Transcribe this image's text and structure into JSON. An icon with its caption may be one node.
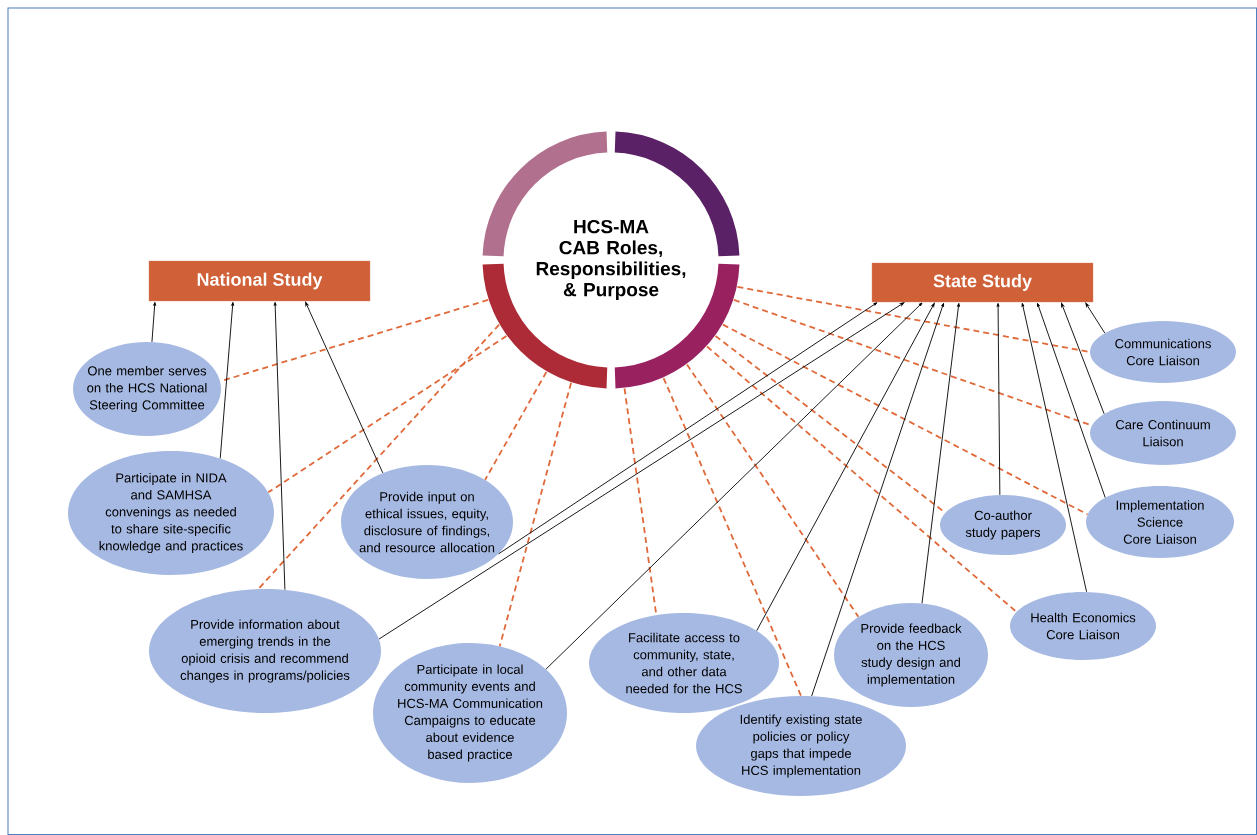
{
  "diagram": {
    "nodes": [
      {
        "text": [
          "HCS-MA CAB Roles, Responsibilities, & Purpose"
        ]
      },
      {
        "text": [
          "National Study"
        ]
      },
      {
        "text": [
          "State Study"
        ]
      },
      {
        "text": [
          "One member serves on the HCS National Steering Committee"
        ]
      },
      {
        "text": [
          "Participate in NIDA and SAMHSA convenings as needed to share site-specific knowledge and practices"
        ]
      },
      {
        "text": [
          "Provide input on ethical issues, equity, disclosure of findings, and resource allocation"
        ]
      },
      {
        "text": [
          "Provide information about emerging trends in the opioid crisis and recommend changes in programs/policies"
        ]
      },
      {
        "text": [
          "Participate in local community events and HCS-MA Communication Campaigns to educate about evidence based practice"
        ]
      },
      {
        "text": [
          "Facilitate access to community, state, and other data needed for the HCS"
        ]
      },
      {
        "text": [
          "Identify existing state policies or policy gaps that impede HCS implementation"
        ]
      },
      {
        "text": [
          "Provide feedback on the HCS study design and implementation"
        ]
      },
      {
        "text": [
          "Co-author study papers"
        ]
      },
      {
        "text": [
          "Communications Core Liaison"
        ]
      },
      {
        "text": [
          "Care Continuum Liaison"
        ]
      },
      {
        "text": [
          "Implementation Science Core Liaison"
        ]
      },
      {
        "text": [
          "Health Economics Core Liaison"
        ]
      }
    ],
    "edges": [
      {
        "from": 0,
        "to": 3,
        "arrow": "none",
        "style": "dashed",
        "color": "#e0693a"
      },
      {
        "from": 0,
        "to": 4,
        "arrow": "none",
        "style": "dashed",
        "color": "#e0693a"
      },
      {
        "from": 0,
        "to": 5,
        "arrow": "none",
        "style": "dashed",
        "color": "#e0693a"
      },
      {
        "from": 0,
        "to": 6,
        "arrow": "none",
        "style": "dashed",
        "color": "#e0693a"
      },
      {
        "from": 0,
        "to": 7,
        "arrow": "none",
        "style": "dashed",
        "color": "#e0693a"
      },
      {
        "from": 0,
        "to": 8,
        "arrow": "none",
        "style": "dashed",
        "color": "#e0693a"
      },
      {
        "from": 0,
        "to": 9,
        "arrow": "none",
        "style": "dashed",
        "color": "#e0693a"
      },
      {
        "from": 0,
        "to": 10,
        "arrow": "none",
        "style": "dashed",
        "color": "#e0693a"
      },
      {
        "from": 0,
        "to": 11,
        "arrow": "none",
        "style": "dashed",
        "color": "#e0693a"
      },
      {
        "from": 0,
        "to": 12,
        "arrow": "none",
        "style": "dashed",
        "color": "#e0693a"
      },
      {
        "from": 0,
        "to": 13,
        "arrow": "none",
        "style": "dashed",
        "color": "#e0693a"
      },
      {
        "from": 0,
        "to": 14,
        "arrow": "none",
        "style": "dashed",
        "color": "#e0693a"
      },
      {
        "from": 0,
        "to": 15,
        "arrow": "none",
        "style": "dashed",
        "color": "#e0693a"
      },
      {
        "from": 3,
        "to": 1,
        "arrow": "to"
      },
      {
        "from": 4,
        "to": 1,
        "arrow": "to"
      },
      {
        "from": 6,
        "to": 1,
        "arrow": "to"
      },
      {
        "from": 5,
        "to": 1,
        "arrow": "to"
      },
      {
        "from": 5,
        "to": 2,
        "arrow": "to"
      },
      {
        "from": 6,
        "to": 2,
        "arrow": "to"
      },
      {
        "from": 7,
        "to": 2,
        "arrow": "to"
      },
      {
        "from": 8,
        "to": 2,
        "arrow": "to"
      },
      {
        "from": 9,
        "to": 2,
        "arrow": "to"
      },
      {
        "from": 10,
        "to": 2,
        "arrow": "to"
      },
      {
        "from": 11,
        "to": 2,
        "arrow": "to"
      },
      {
        "from": 15,
        "to": 2,
        "arrow": "to"
      },
      {
        "from": 14,
        "to": 2,
        "arrow": "to"
      },
      {
        "from": 13,
        "to": 2,
        "arrow": "to"
      },
      {
        "from": 12,
        "to": 2,
        "arrow": "to"
      }
    ]
  }
}
